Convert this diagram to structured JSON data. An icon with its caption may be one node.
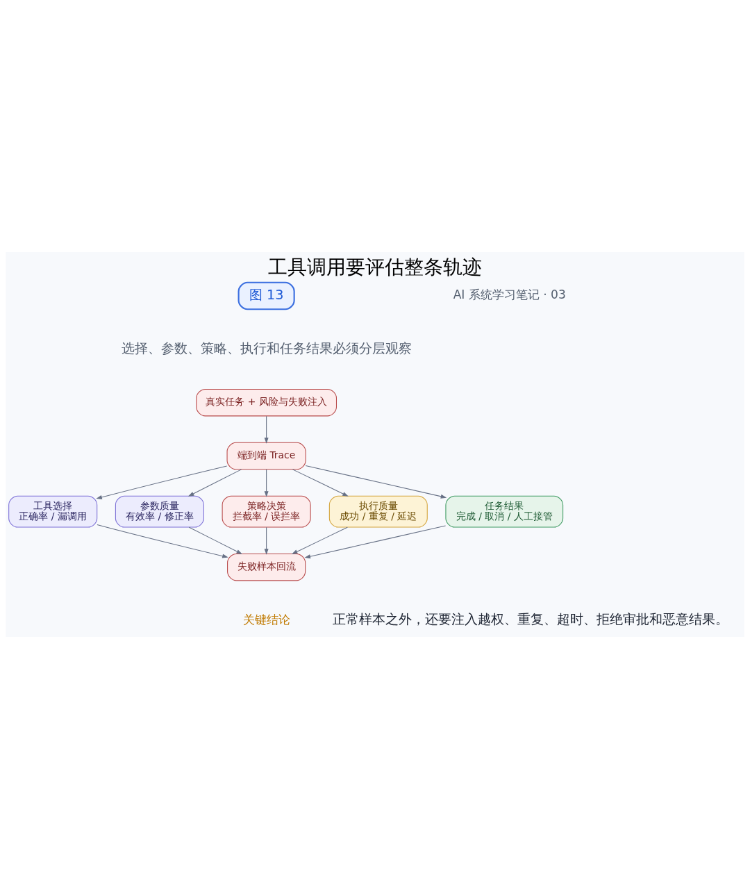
{
  "diagram": {
    "title": "工具调用要评估整条轨迹",
    "nodes": [
      {
        "text": [
          "图 13"
        ]
      },
      {
        "text": [
          "真实任务 + 风险与失败注入"
        ]
      },
      {
        "text": [
          "端到端 Trace"
        ]
      },
      {
        "text": [
          "工具选择",
          "正确率 / 漏调用"
        ]
      },
      {
        "text": [
          "参数质量",
          "有效率 / 修正率"
        ]
      },
      {
        "text": [
          "策略决策",
          "拦截率 / 误拦率"
        ]
      },
      {
        "text": [
          "执行质量",
          "成功 / 重复 / 延迟"
        ]
      },
      {
        "text": [
          "任务结果",
          "完成 / 取消 / 人工接管"
        ]
      },
      {
        "text": [
          "失败样本回流"
        ]
      }
    ],
    "edges": [
      {
        "from": 1,
        "to": 2,
        "arrow": "to"
      },
      {
        "from": 2,
        "to": 3,
        "arrow": "to"
      },
      {
        "from": 2,
        "to": 4,
        "arrow": "to"
      },
      {
        "from": 2,
        "to": 5,
        "arrow": "to"
      },
      {
        "from": 2,
        "to": 6,
        "arrow": "to"
      },
      {
        "from": 2,
        "to": 7,
        "arrow": "to"
      },
      {
        "from": 3,
        "to": 8,
        "arrow": "to"
      },
      {
        "from": 4,
        "to": 8,
        "arrow": "to"
      },
      {
        "from": 5,
        "to": 8,
        "arrow": "to"
      },
      {
        "from": 6,
        "to": 8,
        "arrow": "to"
      },
      {
        "from": 7,
        "to": 8,
        "arrow": "to"
      }
    ],
    "labels": [
      "AI 系统学习笔记 · 03",
      "选择、参数、策略、执行和任务结果必须分层观察",
      "关键结论",
      "正常样本之外，还要注入越权、重复、超时、拒绝审批和恶意结果。"
    ]
  }
}
